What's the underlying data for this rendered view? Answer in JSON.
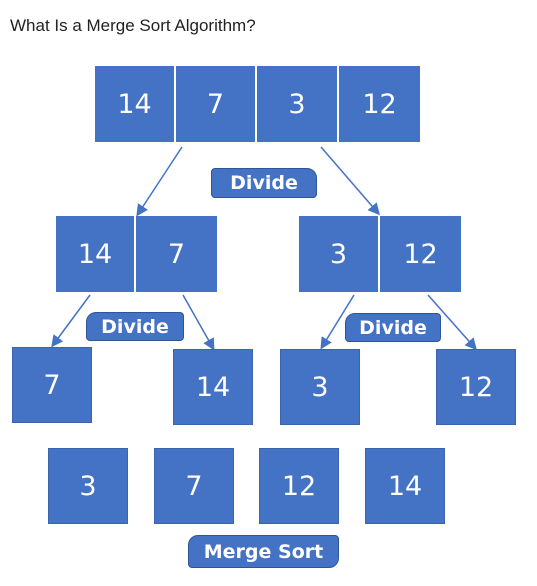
{
  "title": "What Is a Merge Sort Algorithm?",
  "colors": {
    "box": "#4472c4",
    "arrow": "#4472c4",
    "text": "#ffffff"
  },
  "level0": [
    "14",
    "7",
    "3",
    "12"
  ],
  "level1_left": [
    "14",
    "7"
  ],
  "level1_right": [
    "3",
    "12"
  ],
  "level2": [
    "7",
    "14",
    "3",
    "12"
  ],
  "sorted": [
    "3",
    "7",
    "12",
    "14"
  ],
  "labels": {
    "divide_top": "Divide",
    "divide_left": "Divide",
    "divide_right": "Divide",
    "merge_sort": "Merge Sort"
  }
}
